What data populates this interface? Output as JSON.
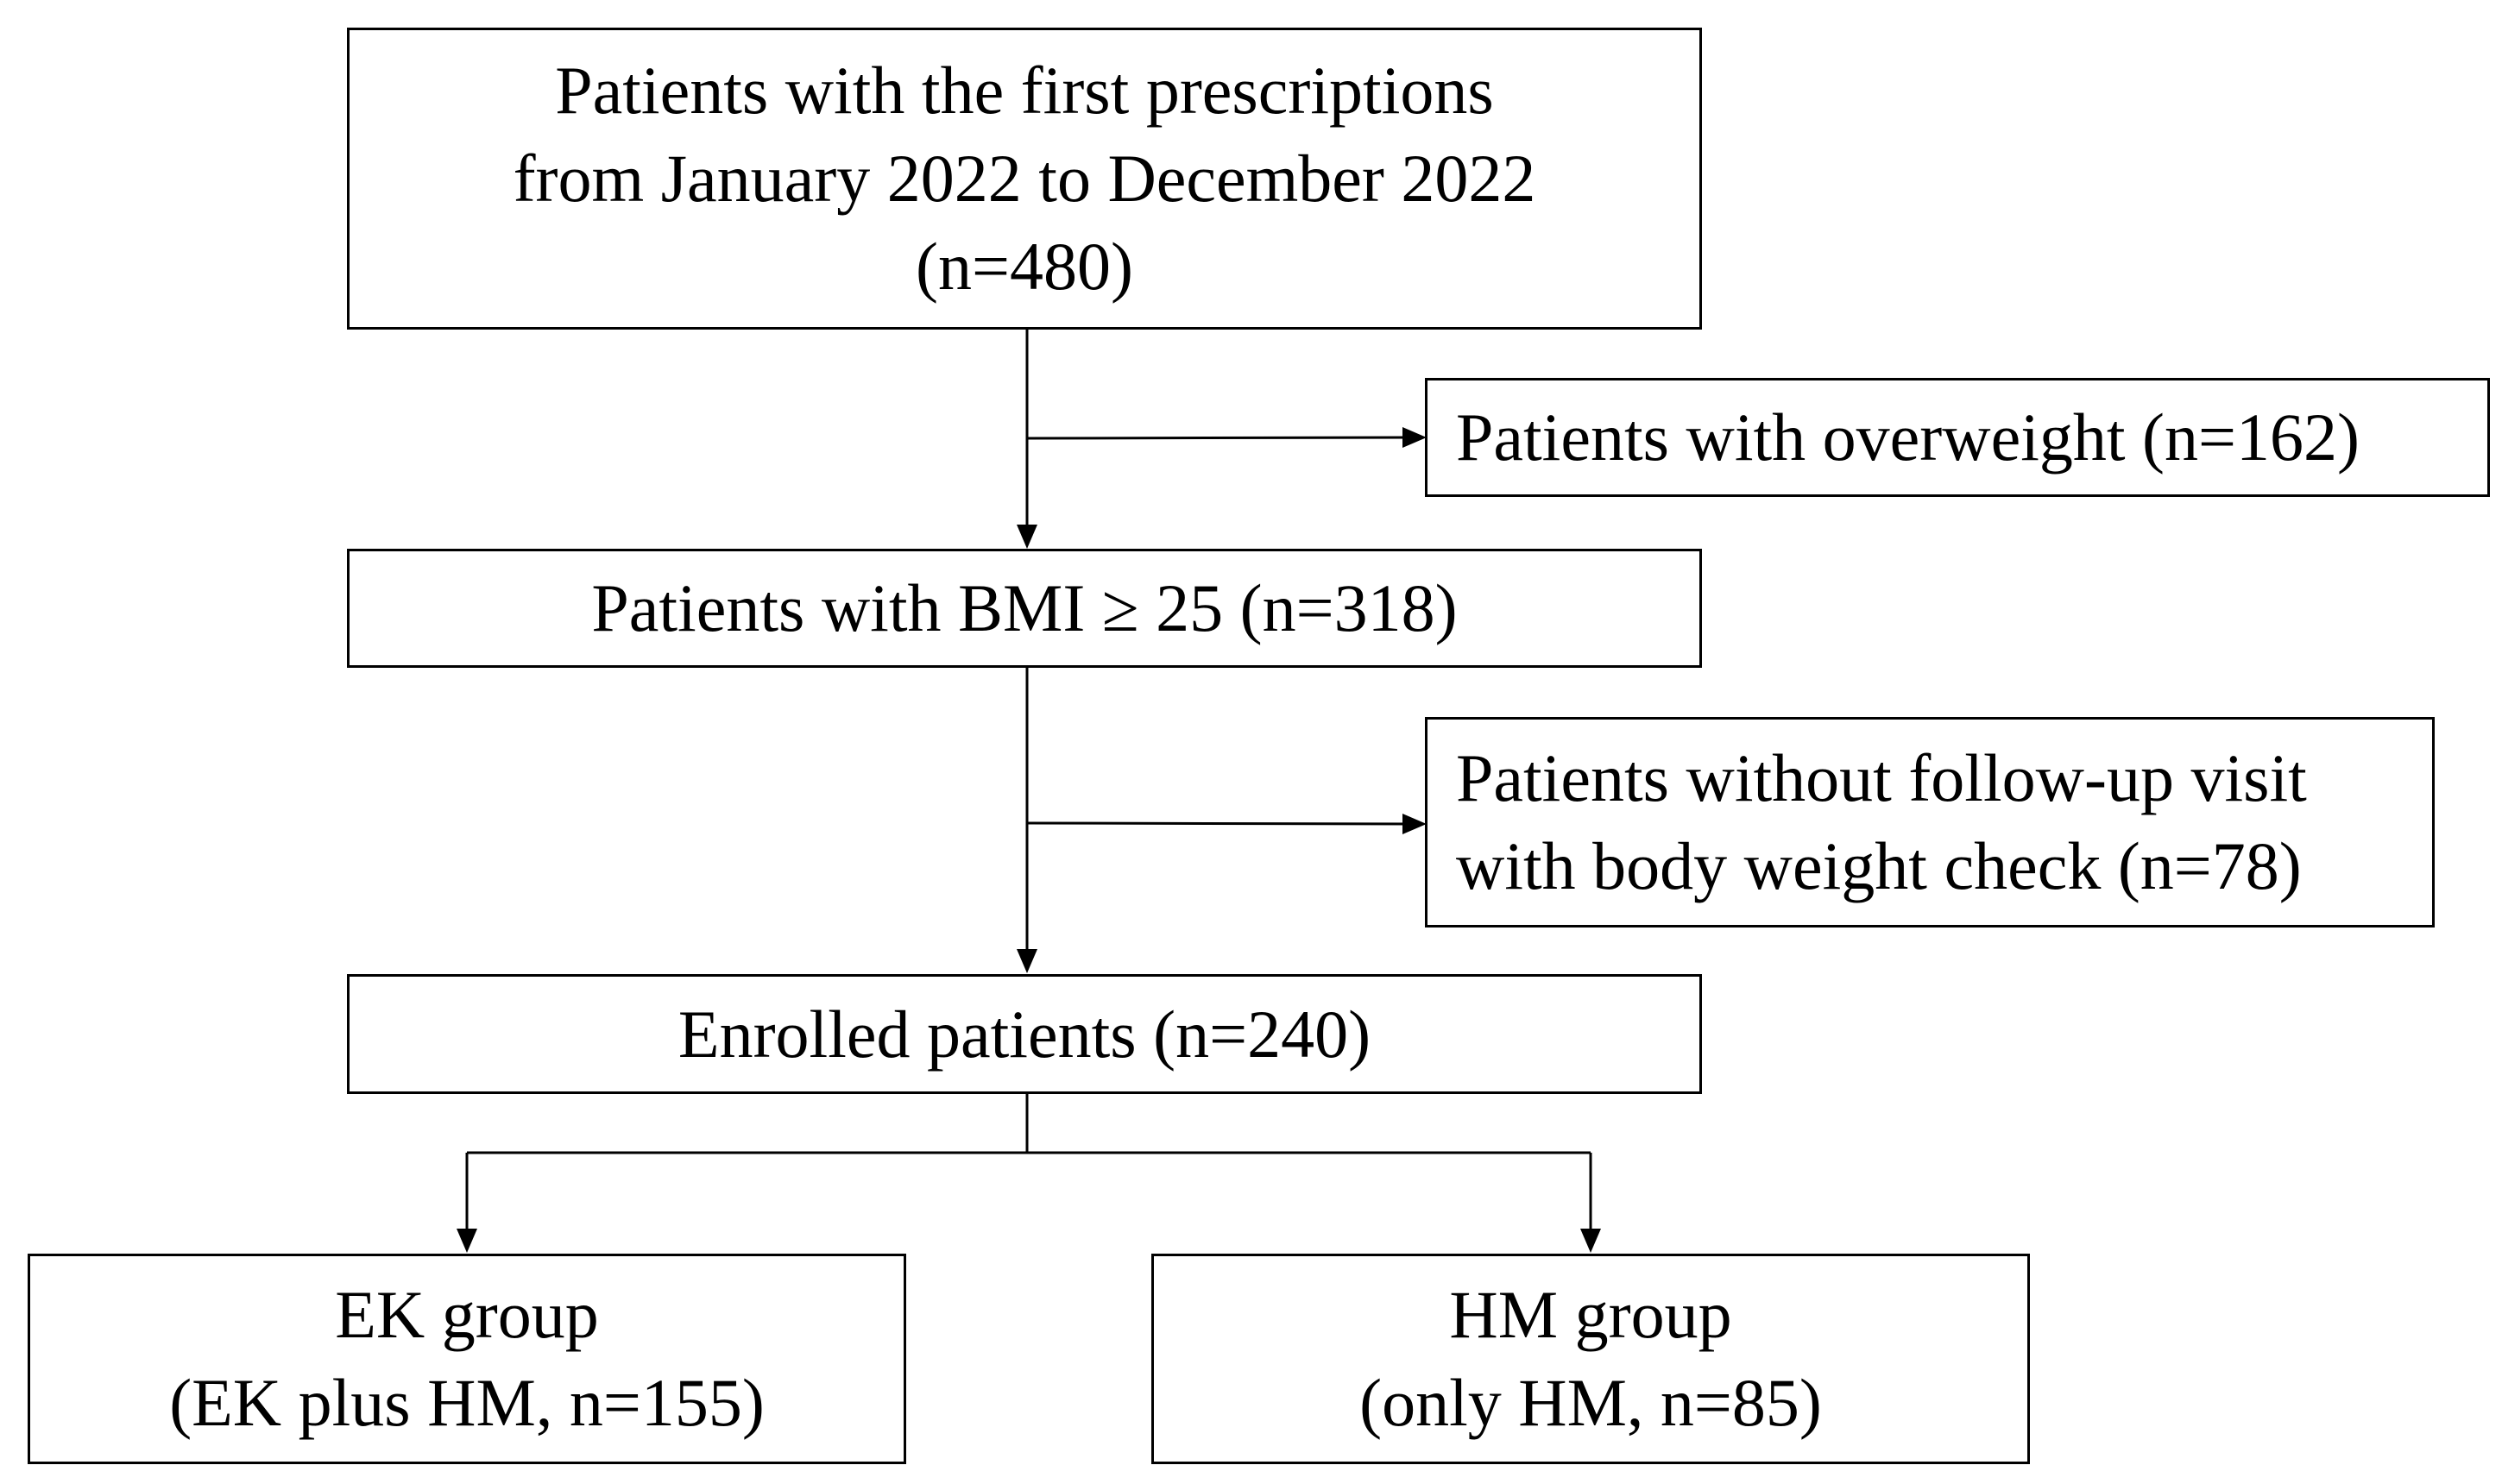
{
  "flowchart": {
    "screening": {
      "line1": "Patients with the first prescriptions",
      "line2": "from January 2022 to December 2022",
      "line3": "(n=480)"
    },
    "exclusion_overweight": {
      "line1": "Patients with overweight (n=162)"
    },
    "bmi_filter": {
      "line1": "Patients with BMI ≥ 25 (n=318)"
    },
    "exclusion_no_followup": {
      "line1": "Patients without follow-up visit",
      "line2": "with body weight check (n=78)"
    },
    "enrolled": {
      "line1": "Enrolled patients (n=240)"
    },
    "ek_group": {
      "line1": "EK group",
      "line2": "(EK plus HM, n=155)"
    },
    "hm_group": {
      "line1": "HM group",
      "line2": "(only HM, n=85)"
    }
  }
}
